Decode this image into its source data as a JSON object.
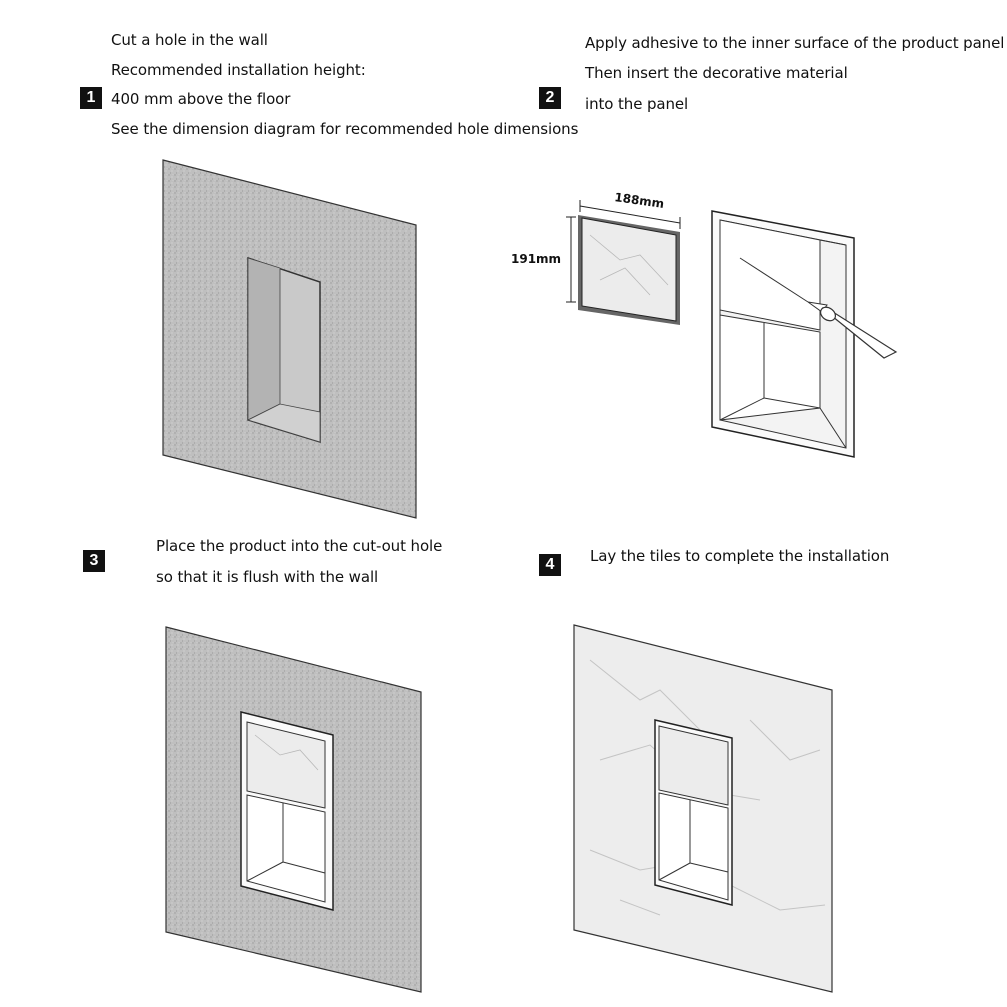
{
  "steps": [
    {
      "number": "1",
      "lines": [
        "Cut a hole in the wall",
        "Recommended installation height:",
        "400 mm above the floor",
        "See the dimension diagram for recommended hole dimensions"
      ],
      "illustration": "wall-with-cut-hole"
    },
    {
      "number": "2",
      "lines": [
        "Apply adhesive to the inner surface of the product panel",
        "Then insert the decorative material",
        "into the panel"
      ],
      "illustration": "marble-panel-and-niche-with-adhesive-gun",
      "dimensions": {
        "width": "188mm",
        "height": "191mm"
      }
    },
    {
      "number": "3",
      "lines": [
        "Place the product into the cut-out hole",
        "so that it is flush with the wall"
      ],
      "illustration": "niche-installed-in-wall"
    },
    {
      "number": "4",
      "lines": [
        "Lay the tiles to complete the installation"
      ],
      "illustration": "tiled-wall-with-niche"
    }
  ],
  "colors": {
    "badge": "#111111",
    "wall": "#bdbdbd",
    "marble": "#ececec",
    "outline": "#222222"
  }
}
